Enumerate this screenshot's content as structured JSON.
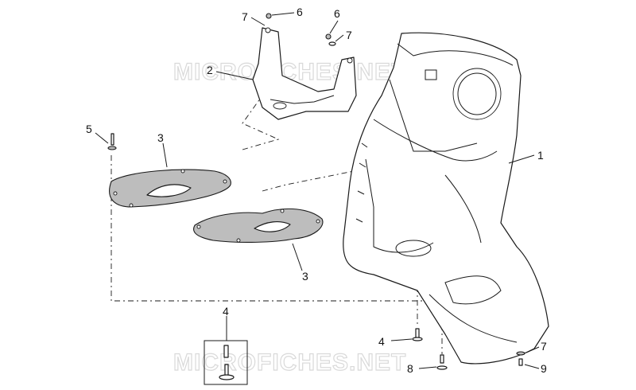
{
  "watermark": {
    "text": "MICROFICHES.NET"
  },
  "callouts": [
    {
      "id": "1",
      "text": "1"
    },
    {
      "id": "2",
      "text": "2"
    },
    {
      "id": "3a",
      "text": "3"
    },
    {
      "id": "3b",
      "text": "3"
    },
    {
      "id": "4a",
      "text": "4"
    },
    {
      "id": "4b",
      "text": "4"
    },
    {
      "id": "5",
      "text": "5"
    },
    {
      "id": "6a",
      "text": "6"
    },
    {
      "id": "6b",
      "text": "6"
    },
    {
      "id": "7a",
      "text": "7"
    },
    {
      "id": "7b",
      "text": "7"
    },
    {
      "id": "7c",
      "text": "7"
    },
    {
      "id": "8",
      "text": "8"
    },
    {
      "id": "9",
      "text": "9"
    }
  ]
}
